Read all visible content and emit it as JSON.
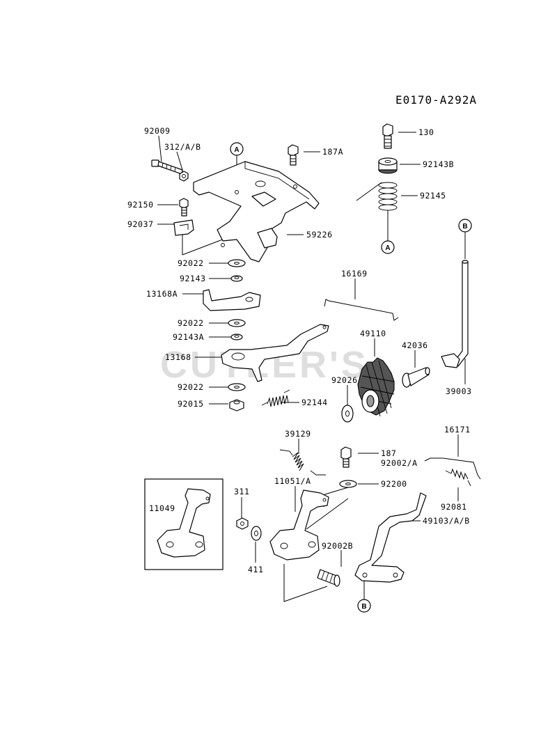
{
  "diagram_code": "E0170-A292A",
  "watermark": "CUTLER'S",
  "ref_markers": {
    "a": "A",
    "b": "B"
  },
  "parts": {
    "p92009": "92009",
    "p312AB": "312/A/B",
    "p92150": "92150",
    "p92037": "92037",
    "p187A": "187A",
    "p59226": "59226",
    "p92022a": "92022",
    "p92143": "92143",
    "p13168A": "13168A",
    "p92022b": "92022",
    "p92143A": "92143A",
    "p13168": "13168",
    "p92022c": "92022",
    "p92015": "92015",
    "p92144": "92144",
    "p16169": "16169",
    "p130": "130",
    "p92143B": "92143B",
    "p92145": "92145",
    "p49110": "49110",
    "p92026": "92026",
    "p42036": "42036",
    "p39003": "39003",
    "p39129": "39129",
    "p187": "187",
    "p92002A": "92002/A",
    "p11051A": "11051/A",
    "p92200": "92200",
    "p311": "311",
    "p411": "411",
    "p92002B": "92002B",
    "p16171": "16171",
    "p92081": "92081",
    "p49103AB": "49103/A/B",
    "p11049": "11049"
  }
}
